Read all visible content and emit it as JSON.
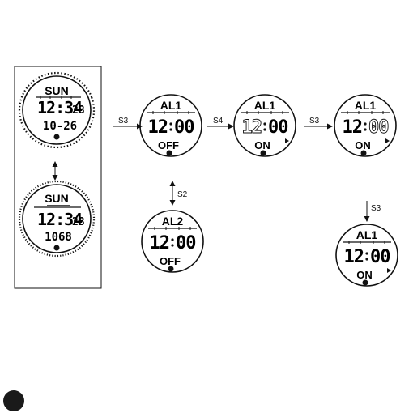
{
  "panel": {
    "watch_a": {
      "day": "SUN",
      "time": "12:34",
      "seconds": "28",
      "date": "10-26"
    },
    "watch_b": {
      "day": "SUN",
      "time": "12:34",
      "seconds": "28",
      "value": "1068"
    }
  },
  "watches": [
    {
      "id": "alarm1-off",
      "title": "AL1",
      "time_hours": "12",
      "time_minutes": "00",
      "status": "OFF",
      "indicator": false,
      "hours_hollow": false,
      "minutes_hollow": false
    },
    {
      "id": "alarm1-edit-hours",
      "title": "AL1",
      "time_hours": "12",
      "time_minutes": "00",
      "status": "ON",
      "indicator": true,
      "hours_hollow": true,
      "minutes_hollow": false
    },
    {
      "id": "alarm1-edit-mins",
      "title": "AL1",
      "time_hours": "12",
      "time_minutes": "00",
      "status": "ON",
      "indicator": true,
      "hours_hollow": false,
      "minutes_hollow": true
    },
    {
      "id": "alarm2-off",
      "title": "AL2",
      "time_hours": "12",
      "time_minutes": "00",
      "status": "OFF",
      "indicator": false,
      "hours_hollow": false,
      "minutes_hollow": false
    },
    {
      "id": "alarm1-on",
      "title": "AL1",
      "time_hours": "12",
      "time_minutes": "00",
      "status": "ON",
      "indicator": true,
      "hours_hollow": false,
      "minutes_hollow": false
    }
  ],
  "arrows": {
    "s3_first": "S3",
    "s4": "S4",
    "s3_second": "S3",
    "s2": "S2",
    "s3_down": "S3"
  },
  "colors": {
    "ink": "#111111",
    "background": "#ffffff",
    "page_marker": "#1a1a1a"
  }
}
